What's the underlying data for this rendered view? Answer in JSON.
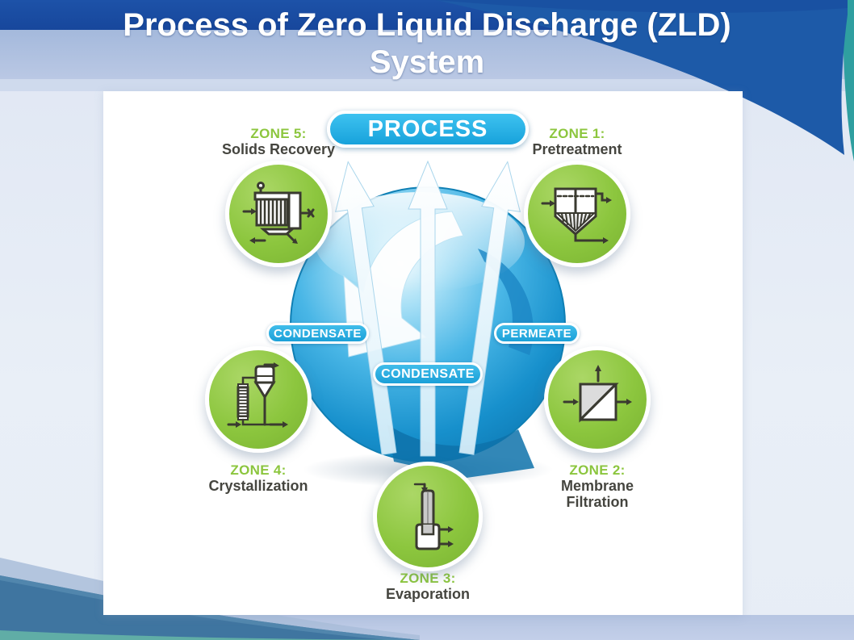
{
  "slide": {
    "title": "Process of Zero Liquid Discharge (ZLD) System"
  },
  "diagram": {
    "banner_label": "PROCESS",
    "zones": [
      {
        "zone": "ZONE 1:",
        "name": "Pretreatment",
        "icon": "clarifier-icon"
      },
      {
        "zone": "ZONE 2:",
        "name": "Membrane Filtration",
        "icon": "membrane-icon"
      },
      {
        "zone": "ZONE 3:",
        "name": "Evaporation",
        "icon": "evaporator-icon"
      },
      {
        "zone": "ZONE 4:",
        "name": "Crystallization",
        "icon": "crystallizer-icon"
      },
      {
        "zone": "ZONE 5:",
        "name": "Solids Recovery",
        "icon": "filter-press-icon"
      }
    ],
    "stream_labels": {
      "left": "CONDENSATE",
      "center": "CONDENSATE",
      "right": "PERMEATE"
    }
  },
  "colors": {
    "header_blue": "#1d52a8",
    "accent_green": "#8cc63e",
    "accent_cyan": "#29abe2",
    "sphere_blue": "#1790cc",
    "text_dark": "#45453f",
    "background_pale": "#e7edf6"
  }
}
